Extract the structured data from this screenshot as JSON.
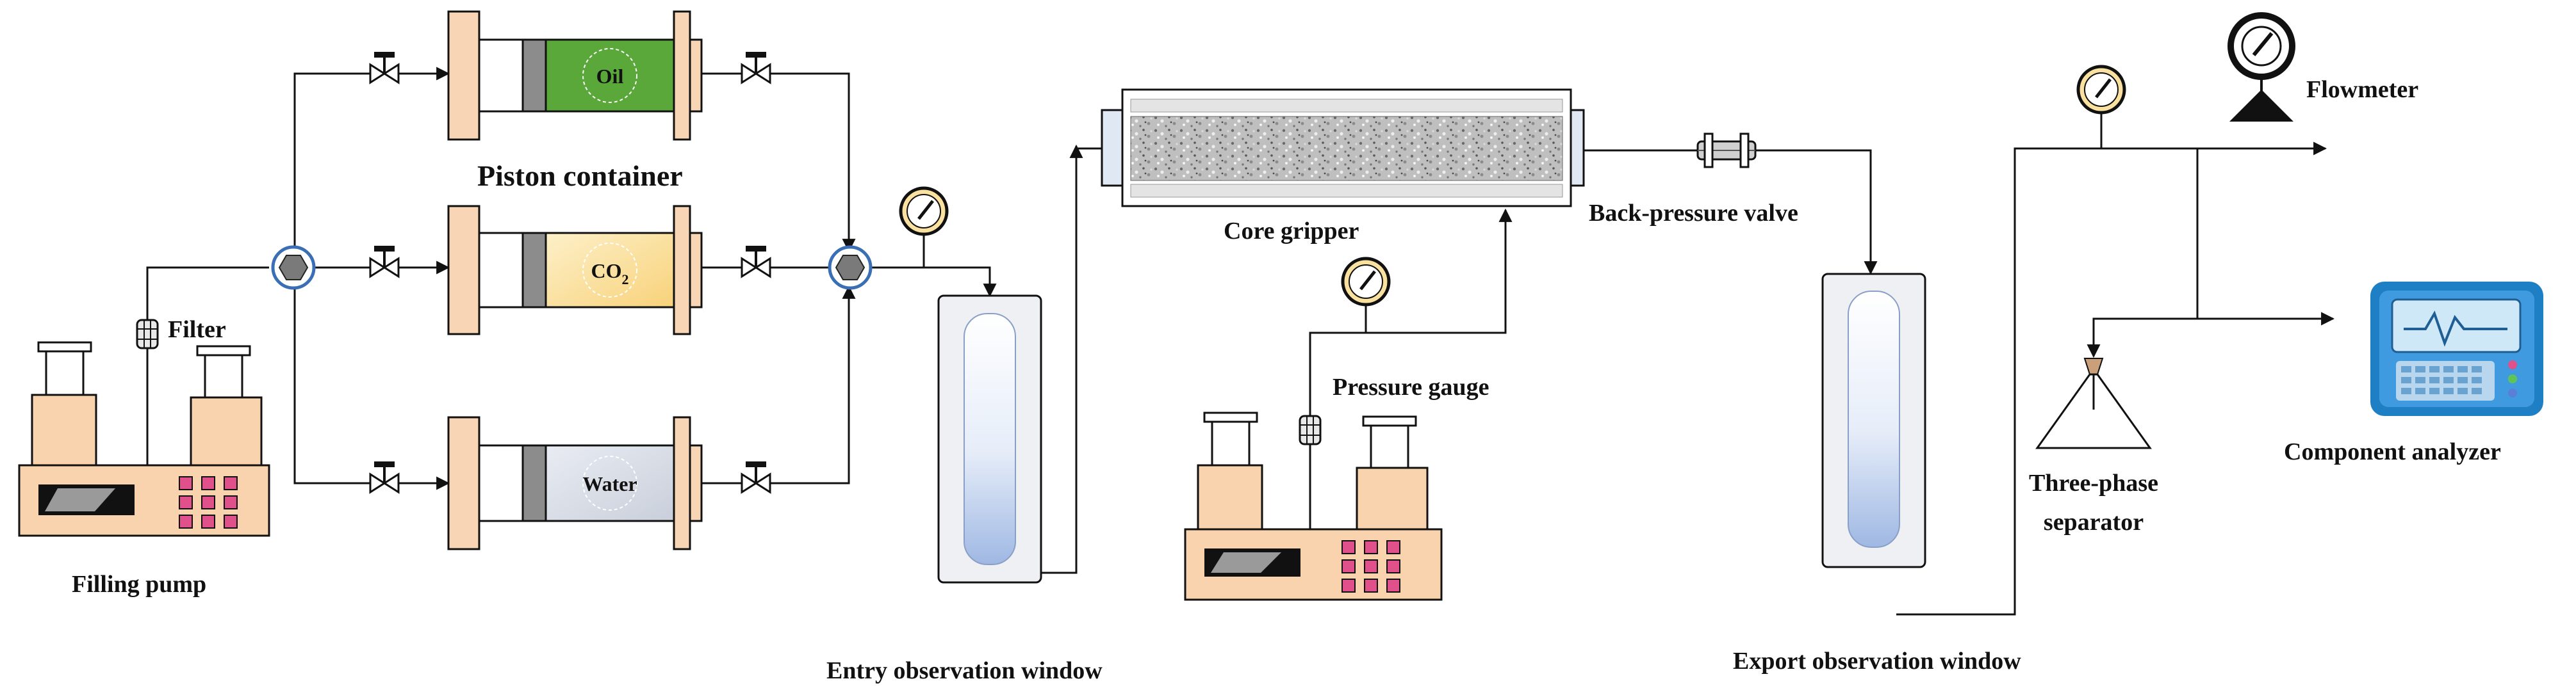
{
  "labels": {
    "oil": "Oil",
    "co2_main": "CO",
    "co2_sub": "2",
    "water": "Water",
    "piston_container": "Piston container",
    "filter": "Filter",
    "filling_pump": "Filling pump",
    "entry_window": "Entry observation window",
    "core_gripper": "Core gripper",
    "pressure_gauge": "Pressure gauge",
    "back_pressure_valve": "Back-pressure valve",
    "export_window": "Export observation window",
    "flowmeter": "Flowmeter",
    "three_phase_line1": "Three-phase",
    "three_phase_line2": "separator",
    "component_analyzer": "Component analyzer"
  },
  "colors": {
    "line": "#111111",
    "flange": "#f7d5b5",
    "oil_fill": "#5aa83a",
    "co2_fill": "#fbe1a0",
    "water_fill": "#d9dde6",
    "piston_gray": "#8c8c8c",
    "pump_body": "#f8d3ad",
    "pump_button": "#e0508a",
    "window_frame": "#eef0f4",
    "window_glass": "#a9bfe6",
    "analyzer_blue": "#1f7fc4",
    "analyzer_screen": "#cfe8f8",
    "junction_fill": "#7a7a7a",
    "junction_ring": "#3b6fb5"
  },
  "icons": {
    "valve": "needle-valve-icon",
    "gauge": "pressure-gauge-icon",
    "filter": "filter-icon",
    "junction": "hex-junction-icon",
    "pump": "pump-icon",
    "analyzer": "monitor-icon",
    "flowmeter": "flowmeter-icon",
    "separator": "flask-icon"
  }
}
